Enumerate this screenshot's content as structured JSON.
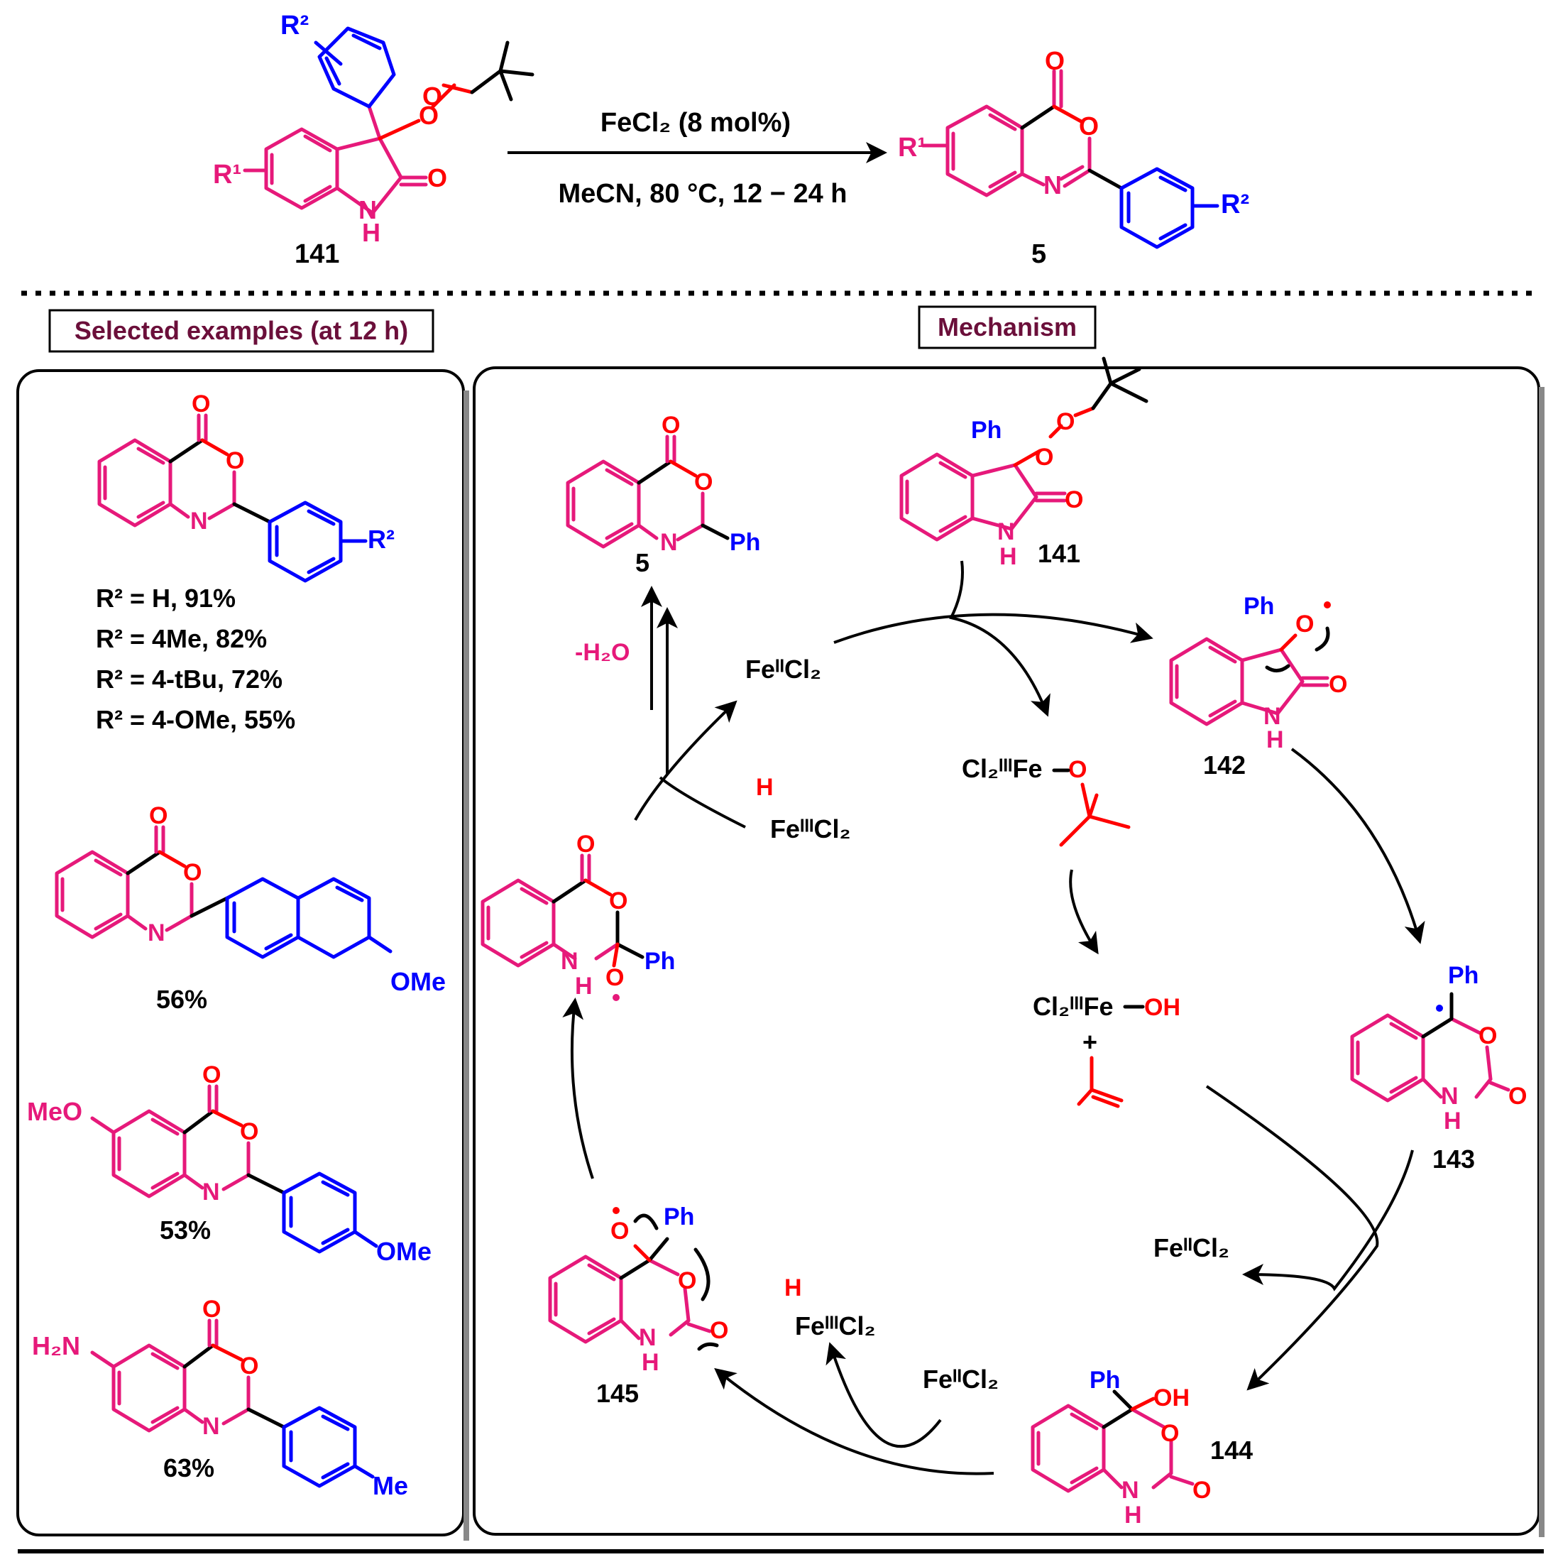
{
  "top": {
    "reactant_label": "141",
    "product_label": "5",
    "reagent_catalyst": "FeCl₂ (8 mol%)",
    "reagent_conditions": "MeCN, 80 °C, 12 − 24 h",
    "r1": "R¹",
    "r2": "R²",
    "atom_o": "O",
    "atom_n": "N",
    "atom_nh_n": "N",
    "atom_nh_h": "H"
  },
  "examples": {
    "heading": "Selected examples (at 12 h)",
    "ex1_subst": "R²",
    "ex1_yields": [
      "R² = H, 91%",
      "R² = 4Me, 82%",
      "R² = 4-tBu, 72%",
      "R² = 4-OMe, 55%"
    ],
    "ex2_yield": "56%",
    "ex2_ome": "OMe",
    "ex3_yield": "53%",
    "ex3_meo": "MeO",
    "ex3_ome": "OMe",
    "ex4_yield": "63%",
    "ex4_nh2": "H₂N",
    "ex4_me": "Me"
  },
  "mechanism": {
    "heading": "Mechanism",
    "ph": "Ph",
    "oh": "OH",
    "plus": "+",
    "minus_h2o": "-H₂O",
    "fe2cl2": "FeᴵᴵCl₂",
    "fe3cl2": "FeᴵᴵᴵCl₂",
    "h": "H",
    "cl2fe3": "Cl₂ᴵᴵᴵFe",
    "label_5": "5",
    "label_141": "141",
    "label_142": "142",
    "label_143": "143",
    "label_144": "144",
    "label_145": "145"
  }
}
